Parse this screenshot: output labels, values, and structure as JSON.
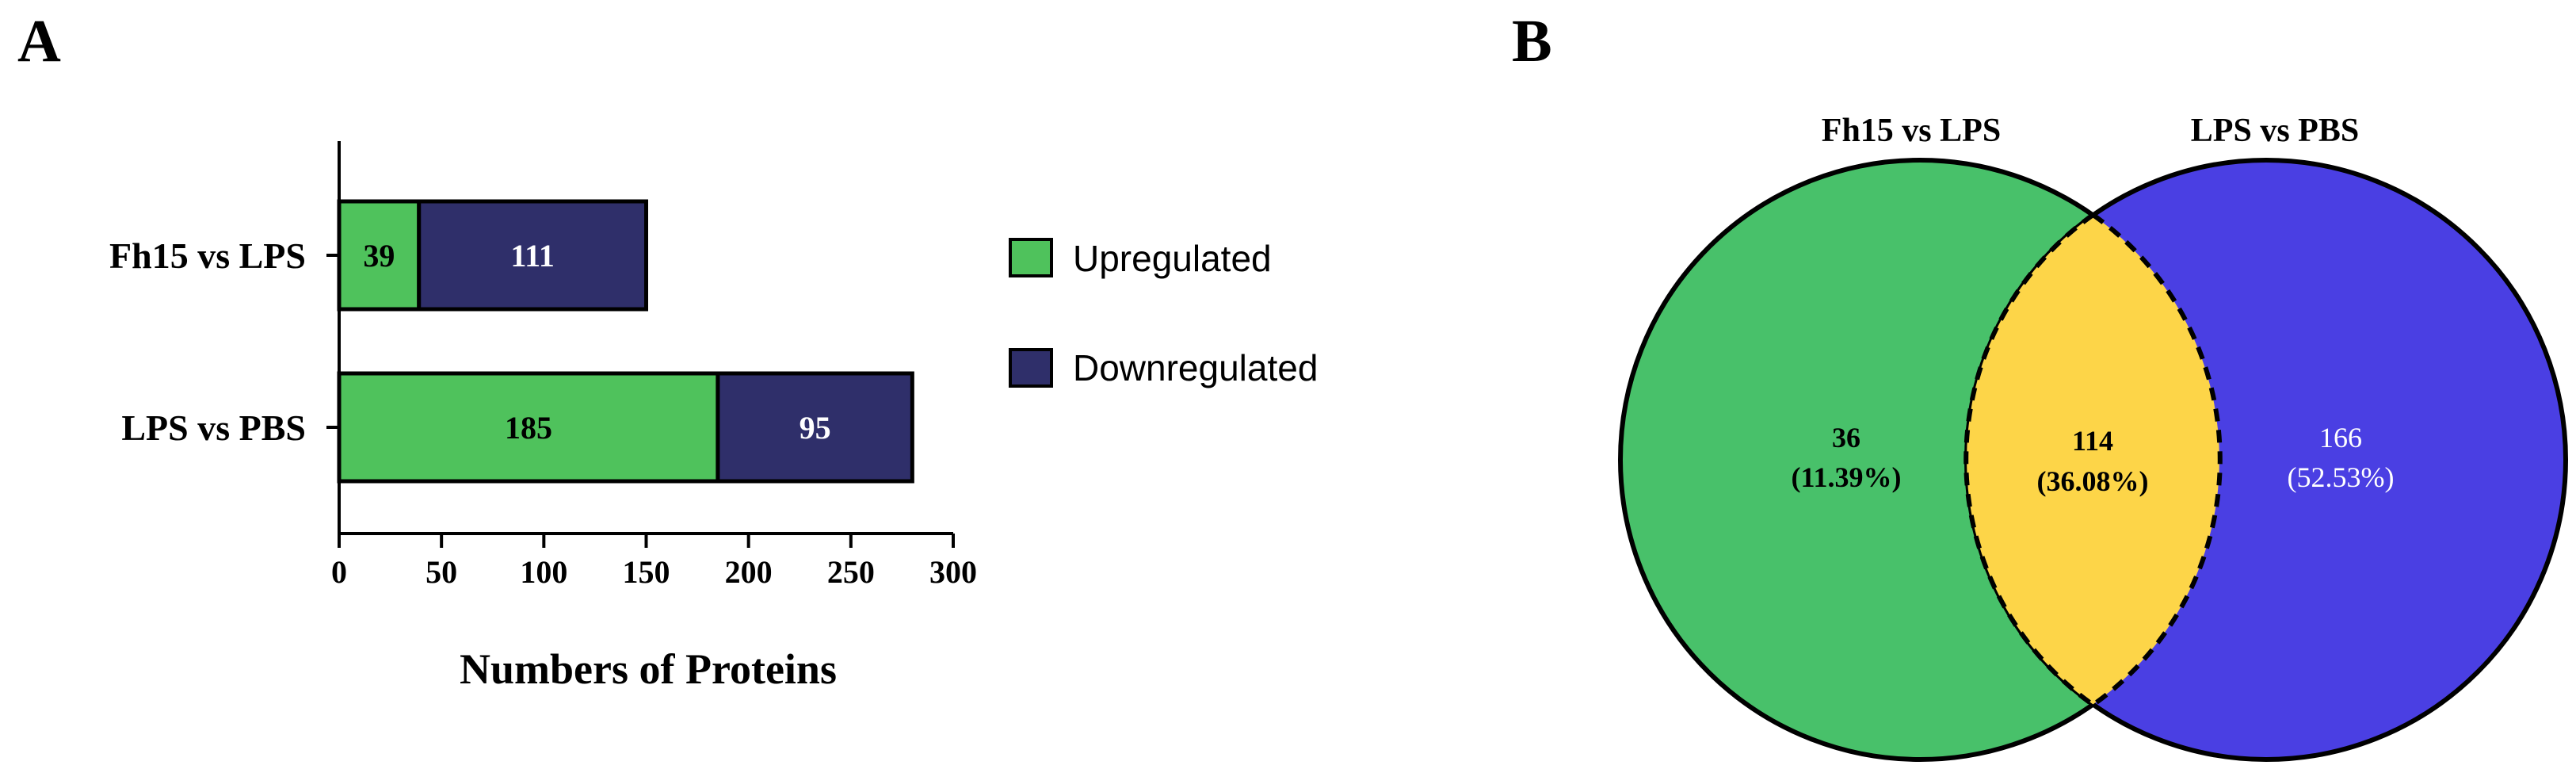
{
  "panels": {
    "a_letter": "A",
    "b_letter": "B"
  },
  "colors": {
    "upregulated": "#4fc25c",
    "downregulated": "#2f2f6a",
    "venn_left": "#48c16a",
    "venn_right": "#4a3fe3",
    "venn_overlap": "#fdd548",
    "outline": "#000000"
  },
  "chart_data": [
    {
      "type": "bar",
      "orientation": "horizontal",
      "stacked": true,
      "categories": [
        "Fh15 vs LPS",
        "LPS vs PBS"
      ],
      "series": [
        {
          "name": "Upregulated",
          "values": [
            39,
            185
          ]
        },
        {
          "name": "Downregulated",
          "values": [
            111,
            95
          ]
        }
      ],
      "xlabel": "Numbers of Proteins",
      "ylabel": "",
      "xlim": [
        0,
        300
      ],
      "xticks": [
        0,
        50,
        100,
        150,
        200,
        250,
        300
      ],
      "grid": false,
      "legend_position": "right"
    },
    {
      "type": "venn",
      "sets": [
        "Fh15 vs LPS",
        "LPS vs PBS"
      ],
      "regions": [
        {
          "region": "Fh15 vs LPS only",
          "count": "36",
          "percent": "(11.39%)"
        },
        {
          "region": "both",
          "count": "114",
          "percent": "(36.08%)"
        },
        {
          "region": "LPS vs PBS only",
          "count": "166",
          "percent": "(52.53%)"
        }
      ]
    }
  ]
}
